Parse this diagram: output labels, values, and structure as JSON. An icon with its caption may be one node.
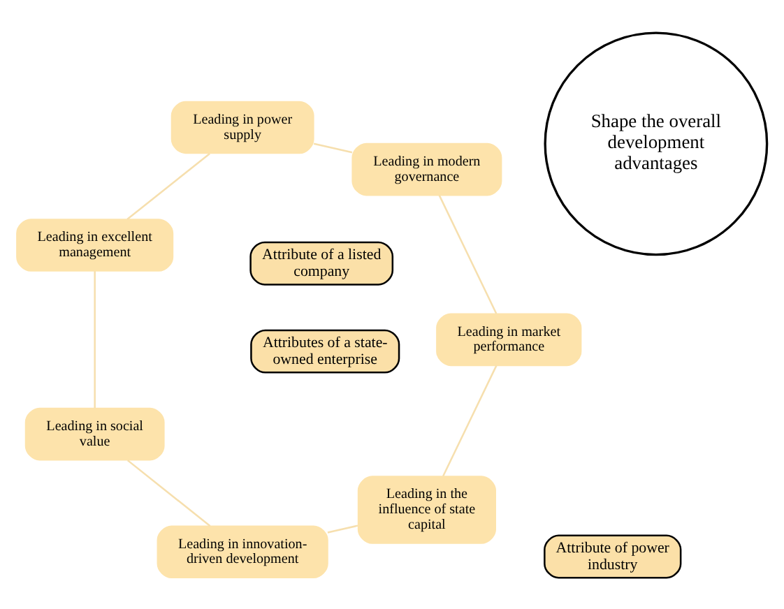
{
  "diagram": {
    "nodes": [
      {
        "text": [
          "Shape the overall development advantages"
        ]
      },
      {
        "text": [
          "Attribute of a listed company"
        ]
      },
      {
        "text": [
          "Attributes of a state-owned enterprise"
        ]
      },
      {
        "text": [
          "Attribute of power industry"
        ]
      },
      {
        "text": [
          "Leading in the influence of state capital"
        ]
      },
      {
        "text": [
          "Leading in innovation-driven development"
        ]
      },
      {
        "text": [
          "Leading in social value"
        ]
      },
      {
        "text": [
          "Leading in excellent management"
        ]
      },
      {
        "text": [
          "Leading in power supply"
        ]
      },
      {
        "text": [
          "Leading in modern governance"
        ]
      },
      {
        "text": [
          "Leading in market performance"
        ]
      }
    ],
    "edges": [
      {
        "from": 4,
        "to": 5,
        "arrow": "none"
      },
      {
        "from": 5,
        "to": 6,
        "arrow": "none"
      },
      {
        "from": 6,
        "to": 7,
        "arrow": "none"
      },
      {
        "from": 7,
        "to": 8,
        "arrow": "none"
      },
      {
        "from": 8,
        "to": 9,
        "arrow": "none"
      },
      {
        "from": 9,
        "to": 10,
        "arrow": "none"
      },
      {
        "from": 10,
        "to": 4,
        "arrow": "none"
      }
    ]
  }
}
